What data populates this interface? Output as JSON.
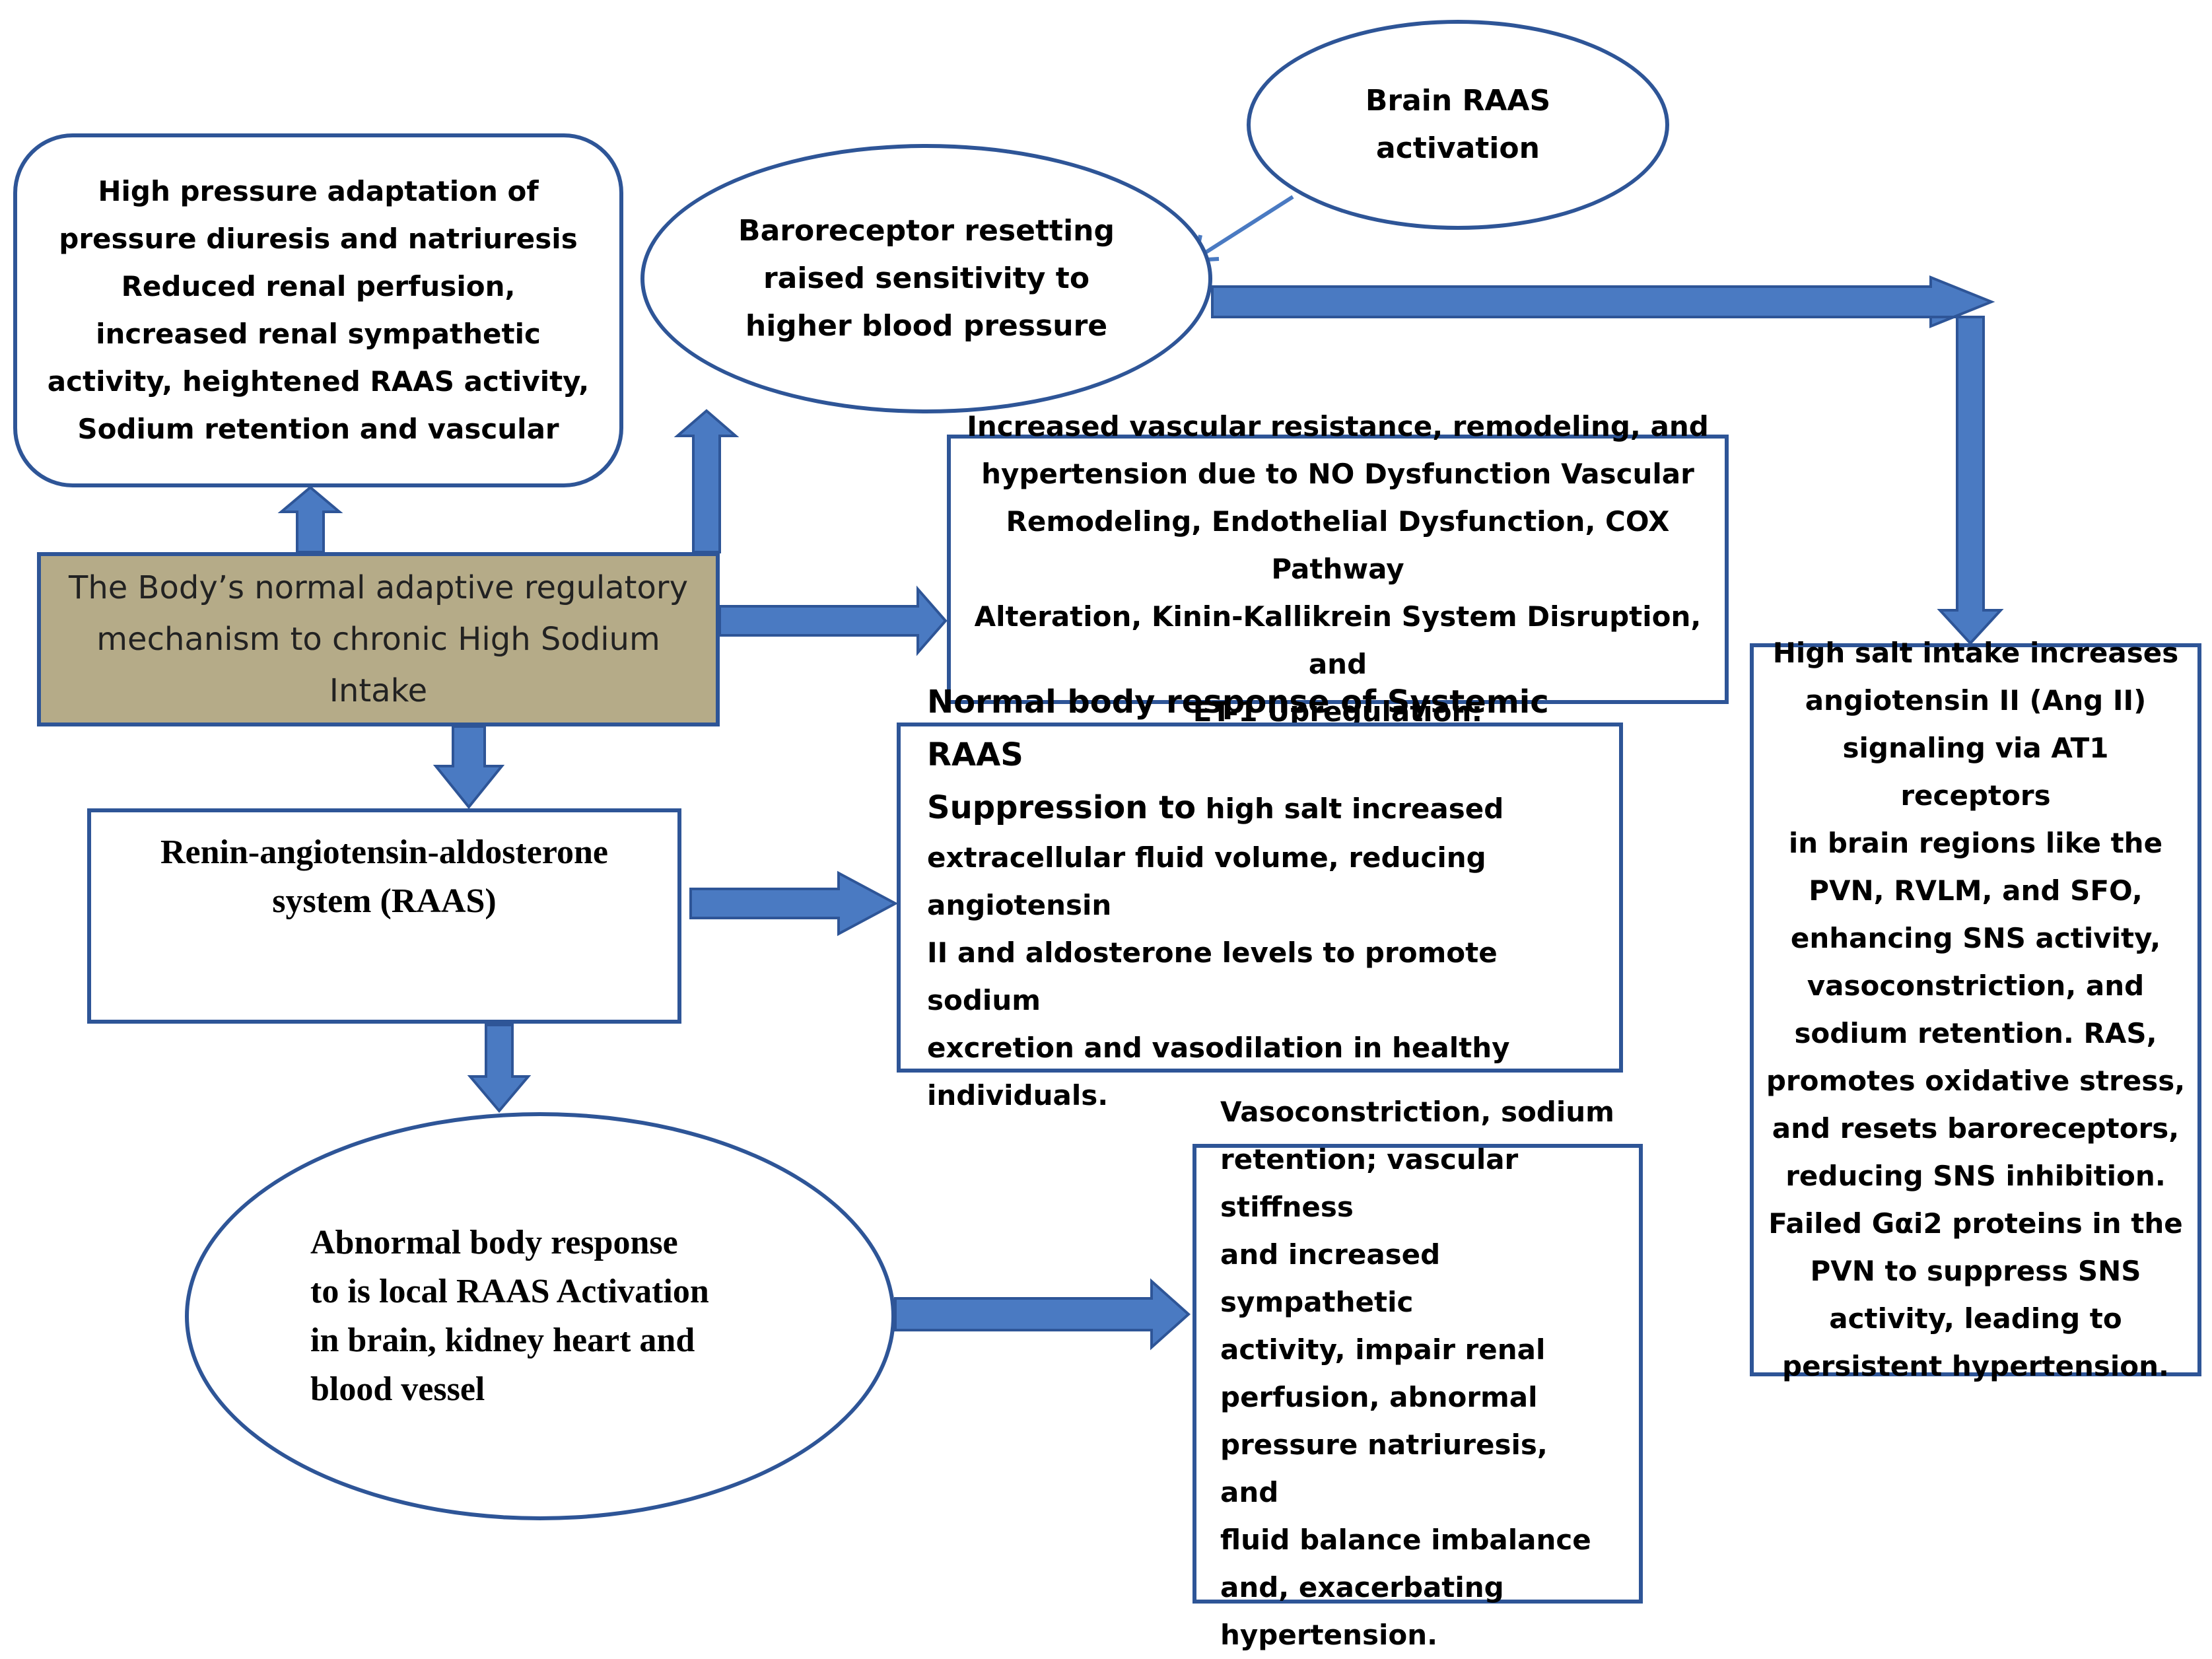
{
  "colors": {
    "arrow_fill": "#4a7ac2",
    "arrow_stroke": "#2e5597",
    "box_border": "#2e5597",
    "highlight_fill": "#b5ab88"
  },
  "nodes": {
    "brain_raas": "Brain RAAS\nactivation",
    "baroreceptor": "Baroreceptor resetting\nraised sensitivity to\nhigher blood pressure",
    "high_pressure": "High pressure adaptation of\npressure diuresis and natriuresis\nReduced renal perfusion,\nincreased renal sympathetic\nactivity, heightened RAAS activity,\nSodium retention and vascular",
    "adaptive_mechanism": "The Body’s normal adaptive regulatory\nmechanism to chronic High Sodium\nIntake",
    "vascular_resistance": "Increased vascular resistance, remodeling, and\nhypertension due to NO Dysfunction Vascular\nRemodeling, Endothelial Dysfunction, COX Pathway\nAlteration, Kinin-Kallikrein System Disruption, and\nET-1 Upregulation:",
    "brain_ang": "High salt intake increases\nangiotensin II (Ang II)\nsignaling via AT1 receptors\nin brain regions like the\nPVN, RVLM, and SFO,\nenhancing SNS activity,\nvasoconstriction, and\nsodium retention. RAS,\npromotes oxidative stress,\nand resets baroreceptors,\nreducing SNS inhibition.\nFailed Gαi2 proteins in the\nPVN to suppress SNS\nactivity, leading to\npersistent hypertension.",
    "raas": "Renin-angiotensin-aldosterone\nsystem (RAAS)",
    "systemic_suppression_lead": "Normal body response of Systemic RAAS\nSuppression to",
    "systemic_suppression_body": " high salt increased\nextracellular fluid volume, reducing angiotensin\nII and aldosterone levels to promote sodium\nexcretion and vasodilation in healthy\nindividuals.",
    "abnormal_response": "Abnormal body response\nto is local RAAS Activation\nin brain, kidney heart and\nblood vessel",
    "vasoconstriction": "Vasoconstriction, sodium\nretention; vascular stiffness\nand increased sympathetic\nactivity, impair renal\nperfusion, abnormal\npressure natriuresis, and\nfluid balance imbalance\nand, exacerbating\nhypertension."
  }
}
